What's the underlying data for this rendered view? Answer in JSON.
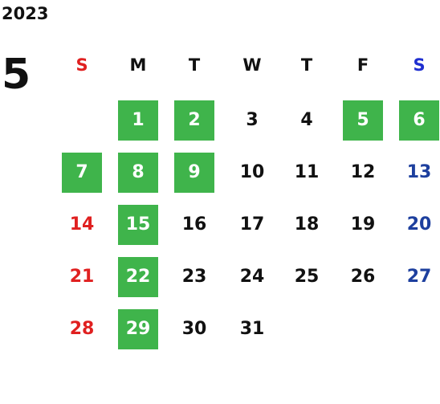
{
  "calendar": {
    "year": "2023",
    "month": "5",
    "weekdays": [
      "S",
      "M",
      "T",
      "W",
      "T",
      "F",
      "S"
    ],
    "colors": {
      "sunday": "#e02020",
      "saturday": "#1d3f9e",
      "weekday": "#111111",
      "saturday_header": "#1f2fd0",
      "highlight": "#3fb44b"
    },
    "days": [
      {
        "label": "1",
        "highlighted": true
      },
      {
        "label": "2",
        "highlighted": true
      },
      {
        "label": "3",
        "highlighted": false
      },
      {
        "label": "4",
        "highlighted": false
      },
      {
        "label": "5",
        "highlighted": true
      },
      {
        "label": "6",
        "highlighted": true
      },
      {
        "label": "7",
        "highlighted": true
      },
      {
        "label": "8",
        "highlighted": true
      },
      {
        "label": "9",
        "highlighted": true
      },
      {
        "label": "10",
        "highlighted": false
      },
      {
        "label": "11",
        "highlighted": false
      },
      {
        "label": "12",
        "highlighted": false
      },
      {
        "label": "13",
        "highlighted": false
      },
      {
        "label": "14",
        "highlighted": false
      },
      {
        "label": "15",
        "highlighted": true
      },
      {
        "label": "16",
        "highlighted": false
      },
      {
        "label": "17",
        "highlighted": false
      },
      {
        "label": "18",
        "highlighted": false
      },
      {
        "label": "19",
        "highlighted": false
      },
      {
        "label": "20",
        "highlighted": false
      },
      {
        "label": "21",
        "highlighted": false
      },
      {
        "label": "22",
        "highlighted": true
      },
      {
        "label": "23",
        "highlighted": false
      },
      {
        "label": "24",
        "highlighted": false
      },
      {
        "label": "25",
        "highlighted": false
      },
      {
        "label": "26",
        "highlighted": false
      },
      {
        "label": "27",
        "highlighted": false
      },
      {
        "label": "28",
        "highlighted": false
      },
      {
        "label": "29",
        "highlighted": true
      },
      {
        "label": "30",
        "highlighted": false
      },
      {
        "label": "31",
        "highlighted": false
      }
    ]
  }
}
